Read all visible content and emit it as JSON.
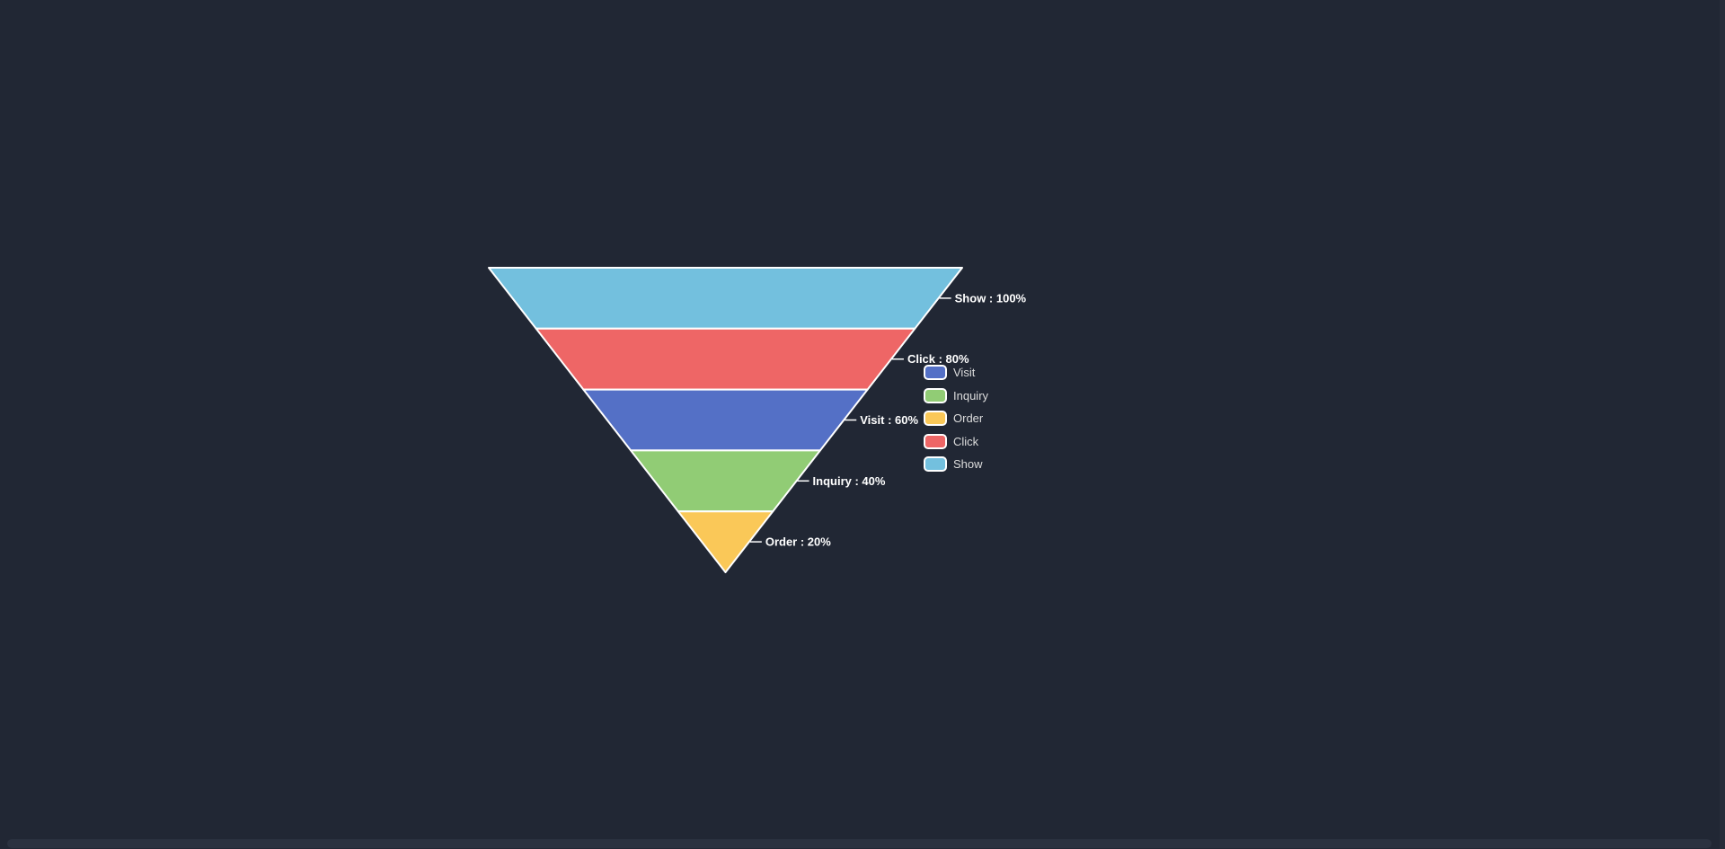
{
  "chart_data": {
    "type": "funnel",
    "title": "",
    "series": [
      {
        "name": "Visit",
        "value": 60,
        "color": "#5470c6",
        "label": "Visit : 60%"
      },
      {
        "name": "Inquiry",
        "value": 40,
        "color": "#91cc75",
        "label": "Inquiry : 40%"
      },
      {
        "name": "Order",
        "value": 20,
        "color": "#fac858",
        "label": "Order : 20%"
      },
      {
        "name": "Click",
        "value": 80,
        "color": "#ee6666",
        "label": "Click : 80%"
      },
      {
        "name": "Show",
        "value": 100,
        "color": "#73c0de",
        "label": "Show : 100%"
      }
    ],
    "value_range": [
      0,
      100
    ],
    "sort": "descending top-to-bottom, tapering to a point (inverted pyramid)",
    "label_format": "{name} : {value}%",
    "label_position": "right",
    "legend": {
      "position": "right-middle",
      "items": [
        "Visit",
        "Inquiry",
        "Order",
        "Click",
        "Show"
      ]
    },
    "colors": {
      "background": "#212734",
      "label_text": "#ffffff",
      "legend_text": "#dddddd",
      "segment_border": "#ffffff",
      "label_line": "#ffffff",
      "scrollbar": "#2b3240"
    }
  }
}
